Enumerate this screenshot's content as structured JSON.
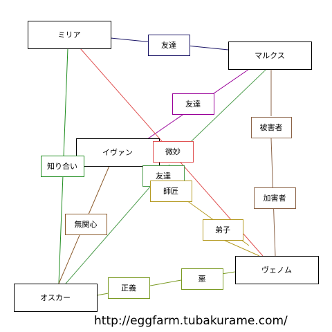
{
  "diagram": {
    "nodes": [
      {
        "id": "miria",
        "label": "ミリア"
      },
      {
        "id": "marukusu",
        "label": "マルクス"
      },
      {
        "id": "ivan",
        "label": "イヴァン"
      },
      {
        "id": "oskar",
        "label": "オスカー"
      },
      {
        "id": "venom",
        "label": "ヴェノム"
      }
    ],
    "edges": [
      {
        "id": "e1",
        "label": "友達",
        "color": "#1a1466"
      },
      {
        "id": "e2",
        "label": "友達",
        "color": "#990099"
      },
      {
        "id": "e3",
        "label": "被害者",
        "color": "#8b6347"
      },
      {
        "id": "e4",
        "label": "加害者",
        "color": "#8b6347"
      },
      {
        "id": "e5",
        "label": "知り合い",
        "color": "#1e8c1e"
      },
      {
        "id": "e6",
        "label": "微妙",
        "color": "#e05050"
      },
      {
        "id": "e7",
        "label": "友達",
        "color": "#4f9e4f"
      },
      {
        "id": "e8",
        "label": "師匠",
        "color": "#b59a22"
      },
      {
        "id": "e9",
        "label": "無関心",
        "color": "#8b5a2b"
      },
      {
        "id": "e10",
        "label": "弟子",
        "color": "#b59a22"
      },
      {
        "id": "e11",
        "label": "正義",
        "color": "#7a9a22"
      },
      {
        "id": "e12",
        "label": "悪",
        "color": "#7a9a22"
      }
    ]
  },
  "footer": {
    "credit_url": "http://eggfarm.tubakurame.com/"
  }
}
